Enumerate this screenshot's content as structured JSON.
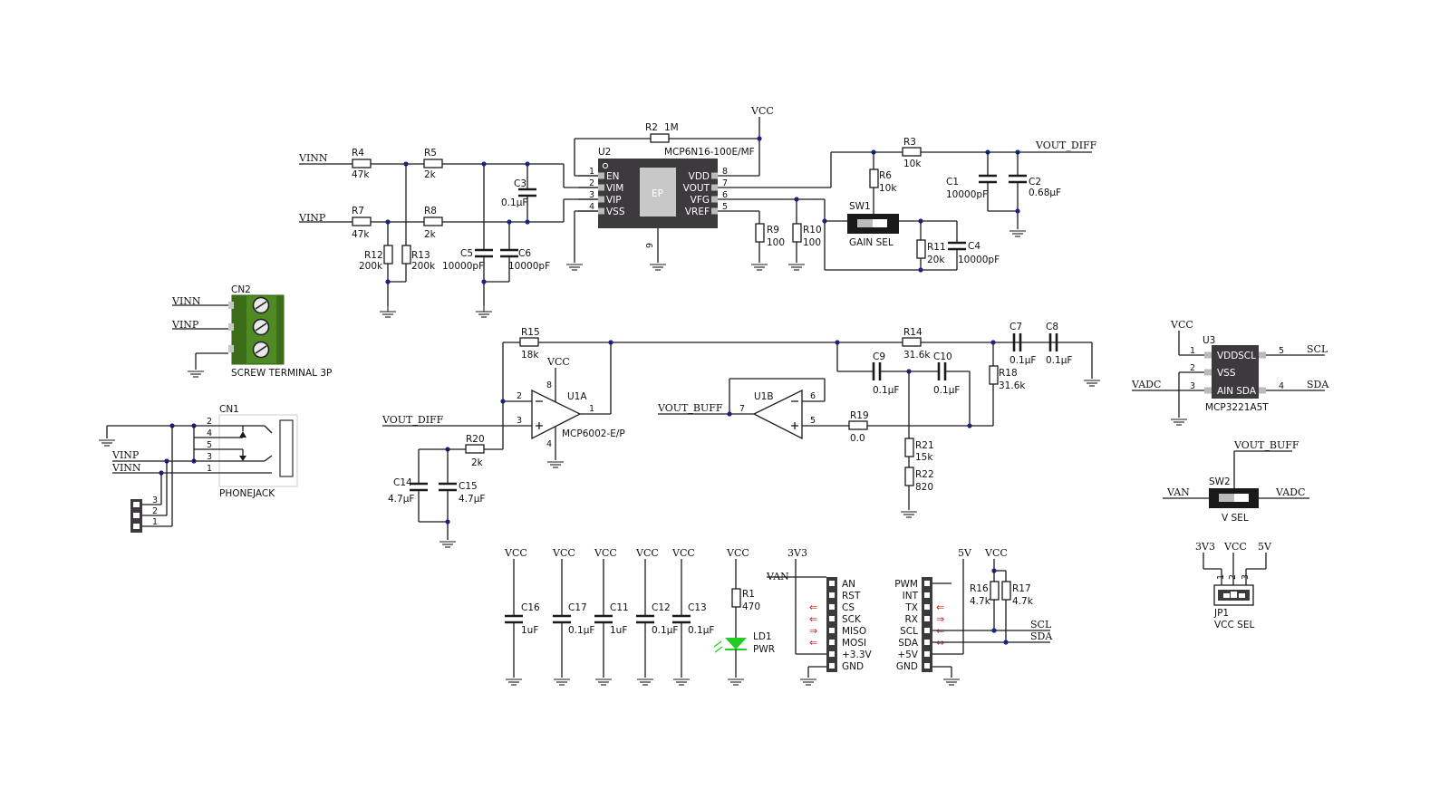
{
  "nets": {
    "vinn": "VINN",
    "vinp": "VINP",
    "vcc": "VCC",
    "vout_diff": "VOUT_DIFF",
    "vout_buff": "VOUT_BUFF",
    "vadc": "VADC",
    "van": "VAN",
    "scl": "SCL",
    "sda": "SDA",
    "v3v3": "3V3",
    "v5v": "5V"
  },
  "resistors": {
    "r2": {
      "ref": "R2",
      "val": "1M"
    },
    "r3": {
      "ref": "R3",
      "val": "10k"
    },
    "r4": {
      "ref": "R4",
      "val": "47k"
    },
    "r5": {
      "ref": "R5",
      "val": "2k"
    },
    "r6": {
      "ref": "R6",
      "val": "10k"
    },
    "r7": {
      "ref": "R7",
      "val": "47k"
    },
    "r8": {
      "ref": "R8",
      "val": "2k"
    },
    "r9": {
      "ref": "R9",
      "val": "100"
    },
    "r10": {
      "ref": "R10",
      "val": "100"
    },
    "r11": {
      "ref": "R11",
      "val": "20k"
    },
    "r12": {
      "ref": "R12",
      "val": "200k"
    },
    "r13": {
      "ref": "R13",
      "val": "200k"
    },
    "r14": {
      "ref": "R14",
      "val": "31.6k"
    },
    "r15": {
      "ref": "R15",
      "val": "18k"
    },
    "r16": {
      "ref": "R16",
      "val": "4.7k"
    },
    "r17": {
      "ref": "R17",
      "val": "4.7k"
    },
    "r18": {
      "ref": "R18",
      "val": "31.6k"
    },
    "r19": {
      "ref": "R19",
      "val": "0.0"
    },
    "r20": {
      "ref": "R20",
      "val": "2k"
    },
    "r21": {
      "ref": "R21",
      "val": "15k"
    },
    "r22": {
      "ref": "R22",
      "val": "820"
    },
    "r1": {
      "ref": "R1",
      "val": "470"
    }
  },
  "capacitors": {
    "c1": {
      "ref": "C1",
      "val": "10000pF"
    },
    "c2": {
      "ref": "C2",
      "val": "0.68µF"
    },
    "c3": {
      "ref": "C3",
      "val": "0.1µF"
    },
    "c4": {
      "ref": "C4",
      "val": "10000pF"
    },
    "c5": {
      "ref": "C5",
      "val": "10000pF"
    },
    "c6": {
      "ref": "C6",
      "val": "10000pF"
    },
    "c7": {
      "ref": "C7",
      "val": "0.1µF"
    },
    "c8": {
      "ref": "C8",
      "val": "0.1µF"
    },
    "c9": {
      "ref": "C9",
      "val": "0.1µF"
    },
    "c10": {
      "ref": "C10",
      "val": "0.1µF"
    },
    "c11": {
      "ref": "C11",
      "val": "1uF"
    },
    "c12": {
      "ref": "C12",
      "val": "0.1µF"
    },
    "c13": {
      "ref": "C13",
      "val": "0.1µF"
    },
    "c14": {
      "ref": "C14",
      "val": "4.7µF"
    },
    "c15": {
      "ref": "C15",
      "val": "4.7µF"
    },
    "c16": {
      "ref": "C16",
      "val": "1uF"
    },
    "c17": {
      "ref": "C17",
      "val": "0.1µF"
    }
  },
  "u2": {
    "ref": "U2",
    "part": "MCP6N16-100E/MF",
    "ep": "EP",
    "pin9": "9",
    "left_pins": [
      {
        "num": "1",
        "name": "EN"
      },
      {
        "num": "2",
        "name": "VIM"
      },
      {
        "num": "3",
        "name": "VIP"
      },
      {
        "num": "4",
        "name": "VSS"
      }
    ],
    "right_pins": [
      {
        "num": "8",
        "name": "VDD"
      },
      {
        "num": "7",
        "name": "VOUT"
      },
      {
        "num": "6",
        "name": "VFG"
      },
      {
        "num": "5",
        "name": "VREF"
      }
    ]
  },
  "u1": {
    "a_ref": "U1A",
    "b_ref": "U1B",
    "part": "MCP6002-E/P",
    "a_pins": {
      "inv": "2",
      "noninv": "3",
      "out": "1",
      "vdd": "8",
      "vss": "4"
    },
    "b_pins": {
      "inv": "6",
      "noninv": "5",
      "out": "7"
    }
  },
  "u3": {
    "ref": "U3",
    "part": "MCP3221A5T",
    "left_pins": [
      {
        "num": "1",
        "name": "VDD"
      },
      {
        "num": "2",
        "name": "VSS"
      },
      {
        "num": "3",
        "name": "AIN"
      }
    ],
    "right_pins": [
      {
        "num": "5",
        "name": "SCL"
      },
      {
        "num": "4",
        "name": "SDA"
      }
    ]
  },
  "sw1": {
    "ref": "SW1",
    "label": "GAIN SEL"
  },
  "sw2": {
    "ref": "SW2",
    "label": "V SEL"
  },
  "cn2": {
    "ref": "CN2",
    "label": "SCREW TERMINAL 3P"
  },
  "cn1": {
    "ref": "CN1",
    "label": "PHONEJACK",
    "pins": [
      "2",
      "4",
      "5",
      "3",
      "1"
    ]
  },
  "header3": {
    "pins": [
      "3",
      "2",
      "1"
    ]
  },
  "jp1": {
    "ref": "JP1",
    "label": "VCC SEL",
    "pins": [
      "1",
      "2",
      "3"
    ]
  },
  "ld1": {
    "ref": "LD1",
    "label": "PWR",
    "color": "#22cc22"
  },
  "mikrobus": {
    "left": [
      "AN",
      "RST",
      "CS",
      "SCK",
      "MISO",
      "MOSI",
      "+3.3V",
      "GND"
    ],
    "right": [
      "PWM",
      "INT",
      "TX",
      "RX",
      "SCL",
      "SDA",
      "+5V",
      "GND"
    ]
  },
  "colors": {
    "chip": "#3d3a3d",
    "terminal_green": "#4f8a24",
    "arrow_red": "#dd2222",
    "node_dot": "#1a237e",
    "ep_pad": "#c8c8c8"
  }
}
